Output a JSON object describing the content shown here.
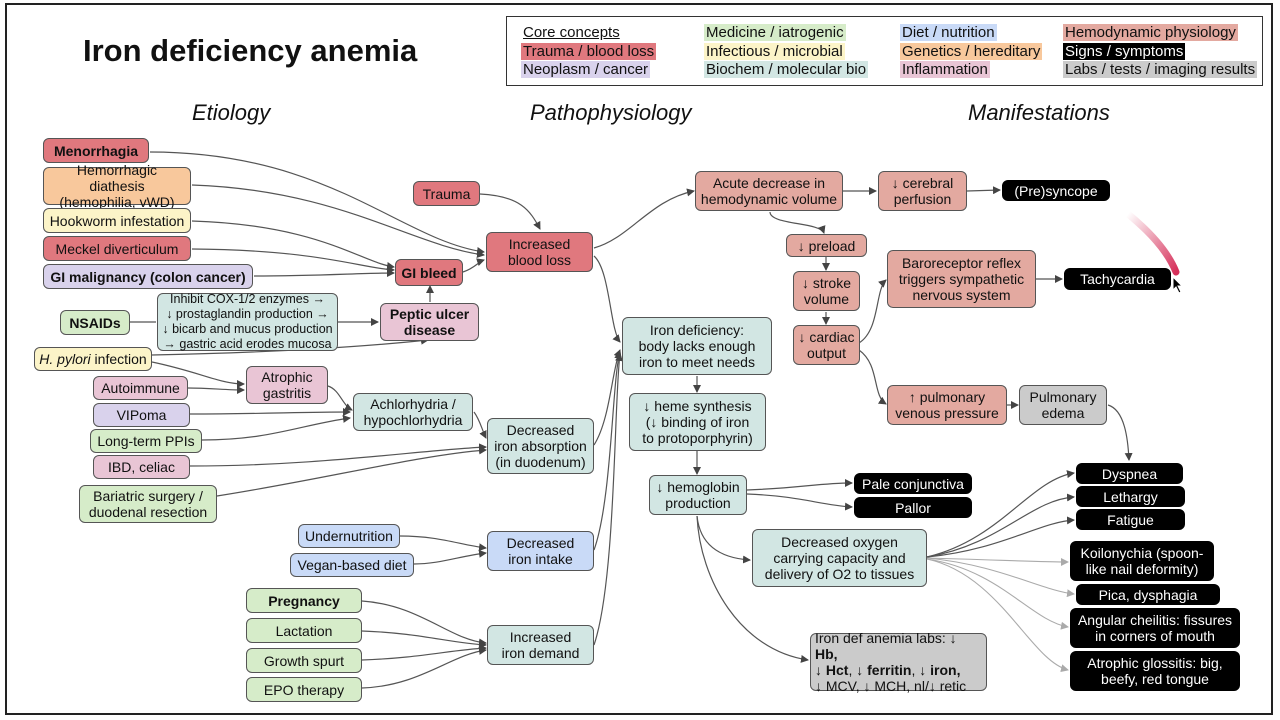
{
  "title": "Iron deficiency anemia",
  "sections": {
    "etiology": "Etiology",
    "pathophysiology": "Pathophysiology",
    "manifestations": "Manifestations"
  },
  "colors": {
    "core": "#ffffff",
    "trauma": "#e0787e",
    "neoplasm": "#d9d2ec",
    "medicine": "#d6ecc9",
    "infectious": "#fcf4c8",
    "biochem": "#d2e6e3",
    "diet": "#c9daf7",
    "genetics": "#f8c89c",
    "inflammation": "#e9c5d5",
    "hemodynamic": "#e3a9a0",
    "signs": "#000000",
    "labs": "#cbcbcb",
    "stroke_accent": "#d6305a"
  },
  "legend": {
    "core": "Core concepts",
    "trauma": "Trauma / blood loss",
    "neoplasm": "Neoplasm / cancer",
    "medicine": "Medicine / iatrogenic",
    "infectious": "Infectious / microbial",
    "biochem": "Biochem / molecular bio",
    "diet": "Diet / nutrition",
    "genetics": "Genetics / hereditary",
    "inflammation": "Inflammation",
    "hemodynamic": "Hemodynamic physiology",
    "signs": "Signs / symptoms",
    "labs": "Labs / tests / imaging results"
  },
  "nodes": {
    "menorrhagia": "Menorrhagia",
    "hemorrhagic": "Hemorrhagic diathesis\n(hemophilia, vWD)",
    "hookworm": "Hookworm infestation",
    "meckel": "Meckel diverticulum",
    "gi_malig": "GI malignancy (colon cancer)",
    "nsaids": "NSAIDs",
    "cox": "Inhibit COX-1/2 enzymes →\n↓ prostaglandin production →\n↓ bicarb and mucus production\n→ gastric acid erodes mucosa",
    "pylori_italic": "H. pylori",
    "pylori_rest": " infection",
    "autoimmune": "Autoimmune",
    "vipoma": "VIPoma",
    "ppis": "Long-term PPIs",
    "ibd": "IBD, celiac",
    "bariatric": "Bariatric surgery /\nduodenal resection",
    "trauma": "Trauma",
    "gi_bleed": "GI bleed",
    "peptic": "Peptic ulcer\ndisease",
    "inc_blood_loss": "Increased\nblood loss",
    "atrophic_gastritis": "Atrophic\ngastritis",
    "achlorhydria": "Achlorhydria /\nhypochlorhydria",
    "dec_absorption": "Decreased\niron absorption\n(in duodenum)",
    "undernutrition": "Undernutrition",
    "vegan": "Vegan-based diet",
    "dec_intake": "Decreased\niron intake",
    "pregnancy": "Pregnancy",
    "lactation": "Lactation",
    "growth": "Growth spurt",
    "epo": "EPO therapy",
    "inc_demand": "Increased\niron demand",
    "iron_def": "Iron deficiency:\nbody lacks enough\niron to meet needs",
    "heme": "↓ heme synthesis\n(↓ binding of iron\nto protoporphyrin)",
    "hb_prod": "↓ hemoglobin\nproduction",
    "dec_oxygen": "Decreased oxygen\ncarrying capacity and\ndelivery of O2 to tissues",
    "acute": "Acute decrease in\nhemodynamic volume",
    "cerebral": "↓ cerebral\nperfusion",
    "syncope": "(Pre)syncope",
    "preload": "↓ preload",
    "stroke_vol": "↓ stroke\nvolume",
    "cardiac": "↓ cardiac\noutput",
    "baroreceptor": "Baroreceptor reflex\ntriggers  sympathetic\nnervous system",
    "tachycardia": "Tachycardia",
    "pulm_pressure": "↑ pulmonary\nvenous pressure",
    "pulm_edema": "Pulmonary\nedema",
    "pale": "Pale conjunctiva",
    "pallor": "Pallor",
    "dyspnea": "Dyspnea",
    "lethargy": "Lethargy",
    "fatigue": "Fatigue",
    "koilonychia": "Koilonychia (spoon-\nlike nail deformity)",
    "pica": "Pica, dysphagia",
    "cheilitis": "Angular cheilitis: fissures\nin corners of mouth",
    "glossitis": "Atrophic glossitis: big,\nbeefy, red tongue",
    "labs": {
      "l1": "Iron def anemia labs: ↓ ",
      "l1b": "Hb,",
      "l2a": "↓ ",
      "l2b": "Hct",
      "l2c": ", ↓ ",
      "l2d": "ferritin",
      "l2e": ", ↓ ",
      "l2f": "iron,",
      "l3": "↓ MCV, ↓ MCH, nl/↓ retic"
    }
  }
}
